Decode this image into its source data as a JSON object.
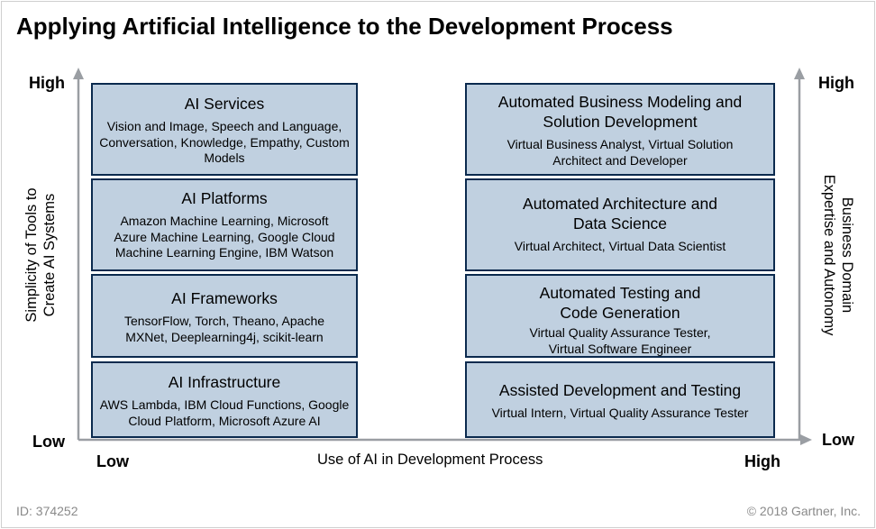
{
  "title": "Applying Artificial Intelligence to the Development Process",
  "left_column": [
    {
      "heading": "AI Services",
      "detail": "Vision and Image, Speech and Language, Conversation, Knowledge, Empathy, Custom Models"
    },
    {
      "heading": "AI Platforms",
      "detail": "Amazon Machine Learning, Microsoft Azure Machine Learning, Google Cloud Machine Learning Engine, IBM Watson"
    },
    {
      "heading": "AI Frameworks",
      "detail": "TensorFlow, Torch, Theano, Apache MXNet, Deeplearning4j, scikit-learn"
    },
    {
      "heading": "AI Infrastructure",
      "detail": "AWS Lambda, IBM Cloud Functions, Google Cloud Platform, Microsoft Azure AI"
    }
  ],
  "right_column": [
    {
      "heading": "Automated Business Modeling and Solution Development",
      "detail": "Virtual Business Analyst, Virtual Solution Architect and Developer"
    },
    {
      "heading": "Automated Architecture and Data Science",
      "detail": "Virtual Architect, Virtual Data Scientist"
    },
    {
      "heading": "Automated Testing and Code Generation",
      "detail": "Virtual Quality Assurance Tester, Virtual Software Engineer"
    },
    {
      "heading": "Assisted Development and Testing",
      "detail": "Virtual Intern, Virtual Quality Assurance Tester"
    }
  ],
  "axes": {
    "left_title": "Simplicity of Tools to Create AI Systems",
    "left_high": "High",
    "left_low": "Low",
    "right_title": "Business Domain Expertise and Autonomy",
    "right_high": "High",
    "right_low": "Low",
    "bottom_title": "Use of AI in Development Process",
    "bottom_low": "Low",
    "bottom_high": "High"
  },
  "footer": {
    "id": "ID: 374252",
    "copyright": "© 2018 Gartner, Inc."
  }
}
